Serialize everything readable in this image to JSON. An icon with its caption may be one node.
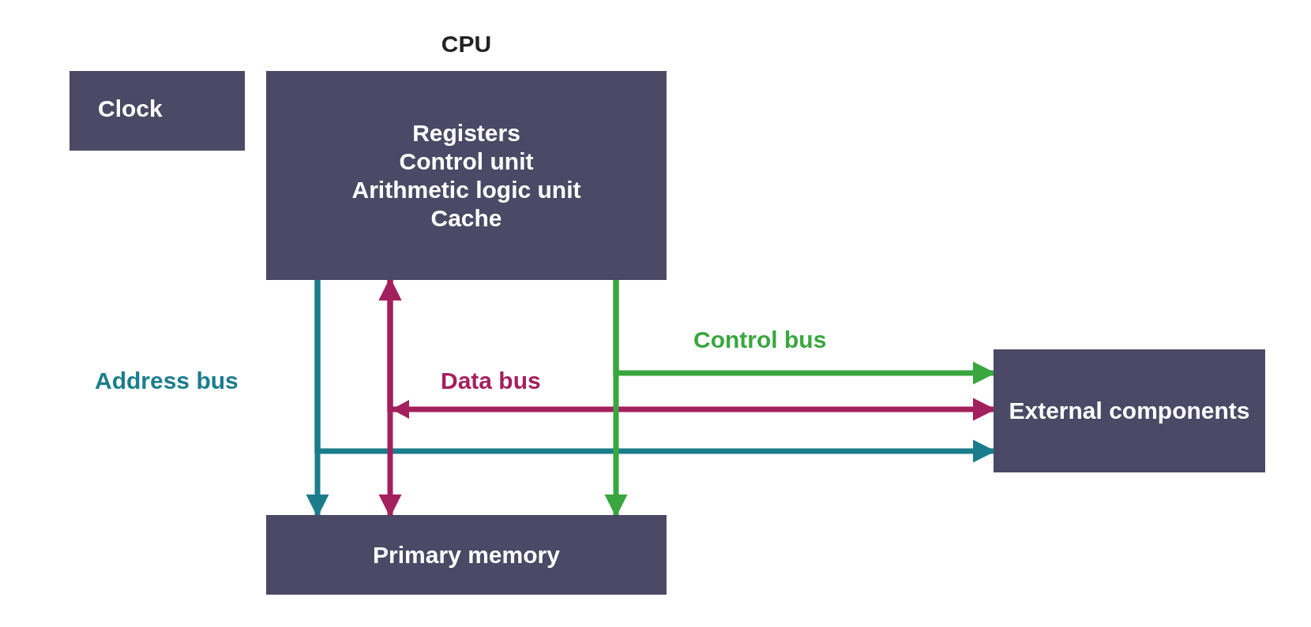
{
  "diagram": {
    "nodes": [
      {
        "text": [
          "Clock"
        ]
      },
      {
        "text": [
          "CPU",
          "Registers",
          "Control unit",
          "Arithmetic logic unit",
          "Cache"
        ]
      },
      {
        "text": [
          "Primary memory"
        ]
      },
      {
        "text": [
          "External components"
        ]
      }
    ],
    "edges": [
      {
        "from": 1,
        "to": 2,
        "arrow": "to",
        "label": "Address bus",
        "color": "#1b7d8c"
      },
      {
        "from": 1,
        "to": 3,
        "arrow": "to",
        "color": "#1b7d8c"
      },
      {
        "from": 2,
        "to": 1,
        "arrow": "both",
        "color": "#a3205e"
      },
      {
        "from": 3,
        "to": 1,
        "arrow": "both",
        "label": "Data bus",
        "color": "#a3205e"
      },
      {
        "from": 1,
        "to": 2,
        "arrow": "to",
        "color": "#3aa63f"
      },
      {
        "from": 1,
        "to": 3,
        "arrow": "to",
        "label": "Control bus",
        "color": "#3aa63f"
      }
    ]
  }
}
